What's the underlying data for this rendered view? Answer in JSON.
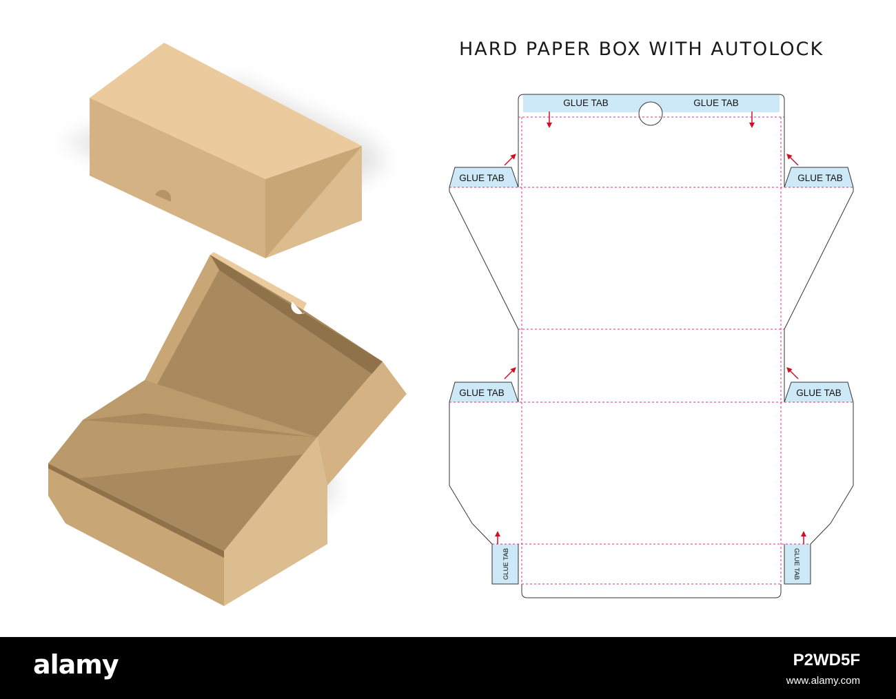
{
  "title": "HARD PAPER BOX WITH AUTOLOCK",
  "glue_tab_label": "GLUE TAB",
  "colors": {
    "kraft_light": "#ebcb9d",
    "kraft_mid": "#d4b283",
    "kraft_dark": "#a98a5e",
    "glue_tab_fill": "#cde8f6",
    "fold_line": "#d6317f",
    "arrow": "#cc1122",
    "cut_line": "#333333"
  },
  "footer": {
    "logo": "alamy",
    "image_id": "P2WD5F",
    "url": "www.alamy.com"
  }
}
